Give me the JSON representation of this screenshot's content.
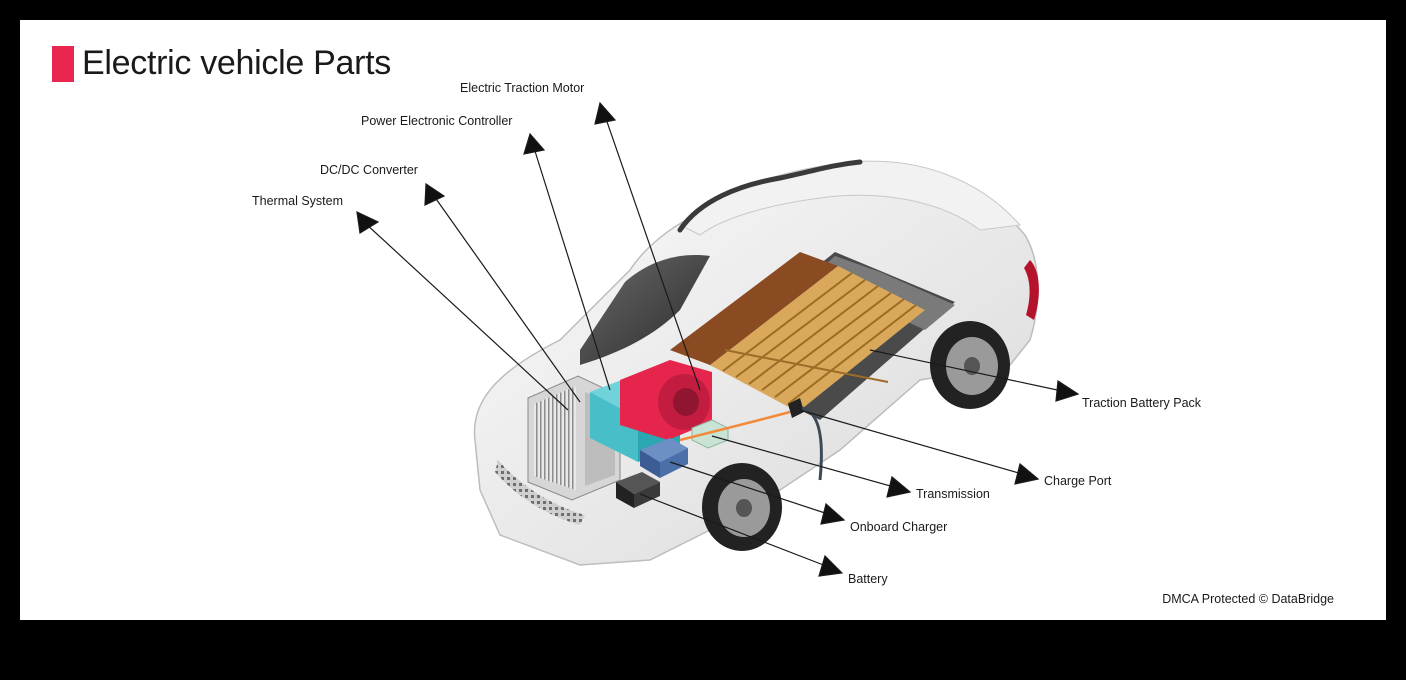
{
  "title": "Electric vehicle Parts",
  "accent_color": "#e8264f",
  "credit": "DMCA Protected © DataBridge",
  "labels": {
    "electric_traction_motor": "Electric Traction Motor",
    "power_electronic_controller": "Power Electronic Controller",
    "dc_dc_converter": "DC/DC Converter",
    "thermal_system": "Thermal System",
    "traction_battery_pack": "Traction Battery Pack",
    "charge_port": "Charge Port",
    "transmission": "Transmission",
    "onboard_charger": "Onboard Charger",
    "battery": "Battery"
  }
}
